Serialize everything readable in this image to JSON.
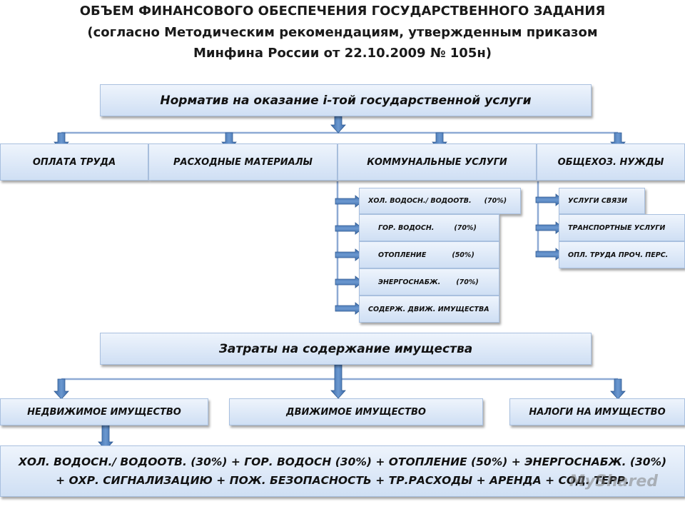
{
  "title": {
    "line1": "ОБЪЕМ ФИНАНСОВОГО ОБЕСПЕЧЕНИЯ ГОСУДАРСТВЕННОГО ЗАДАНИЯ",
    "line2": "(согласно Методическим рекомендациям, утвержденным приказом",
    "line3": "Минфина России от 22.10.2009 № 105н)"
  },
  "top_box": "Норматив на оказание i-той государственной услуги",
  "categories": {
    "labor": "ОПЛАТА ТРУДА",
    "materials": "РАСХОДНЫЕ МАТЕРИАЛЫ",
    "utilities": "КОММУНАЛЬНЫЕ УСЛУГИ",
    "general": "ОБЩЕХОЗ. НУЖДЫ"
  },
  "utility_items": [
    {
      "label": "ХОЛ. ВОДОСН./ ВОДООТВ.",
      "pct": "(70%)"
    },
    {
      "label": "ГОР. ВОДОСН.",
      "pct": "(70%)"
    },
    {
      "label": "ОТОПЛЕНИЕ",
      "pct": "(50%)"
    },
    {
      "label": "ЭНЕРГОСНАБЖ.",
      "pct": "(70%)"
    },
    {
      "label": "СОДЕРЖ. ДВИЖ. ИМУЩЕСТВА",
      "pct": ""
    }
  ],
  "general_items": [
    "УСЛУГИ СВЯЗИ",
    "ТРАНСПОРТНЫЕ УСЛУГИ",
    "ОПЛ. ТРУДА ПРОЧ. ПЕРС."
  ],
  "property_box": "Затраты на содержание имущества",
  "property": {
    "real": "НЕДВИЖИМОЕ ИМУЩЕСТВО",
    "movable": "ДВИЖИМОЕ ИМУЩЕСТВО",
    "taxes": "НАЛОГИ НА ИМУЩЕСТВО"
  },
  "formula": {
    "line1": "ХОЛ. ВОДОСН./ ВОДООТВ. (30%) + ГОР. ВОДОСН (30%) + ОТОПЛЕНИЕ (50%) + ЭНЕРГОСНАБЖ. (30%)",
    "line2": "+ ОХР. СИГНАЛИЗАЦИЮ + ПОЖ. БЕЗОПАСНОСТЬ + ТР.РАСХОДЫ + АРЕНДА + СОД. ТЕРР."
  },
  "watermark": "MyShared",
  "colors": {
    "box_top": "#eef4fc",
    "box_bottom": "#cfdff4",
    "arrow": "#4f81bd",
    "connector": "#7f9fcf"
  }
}
